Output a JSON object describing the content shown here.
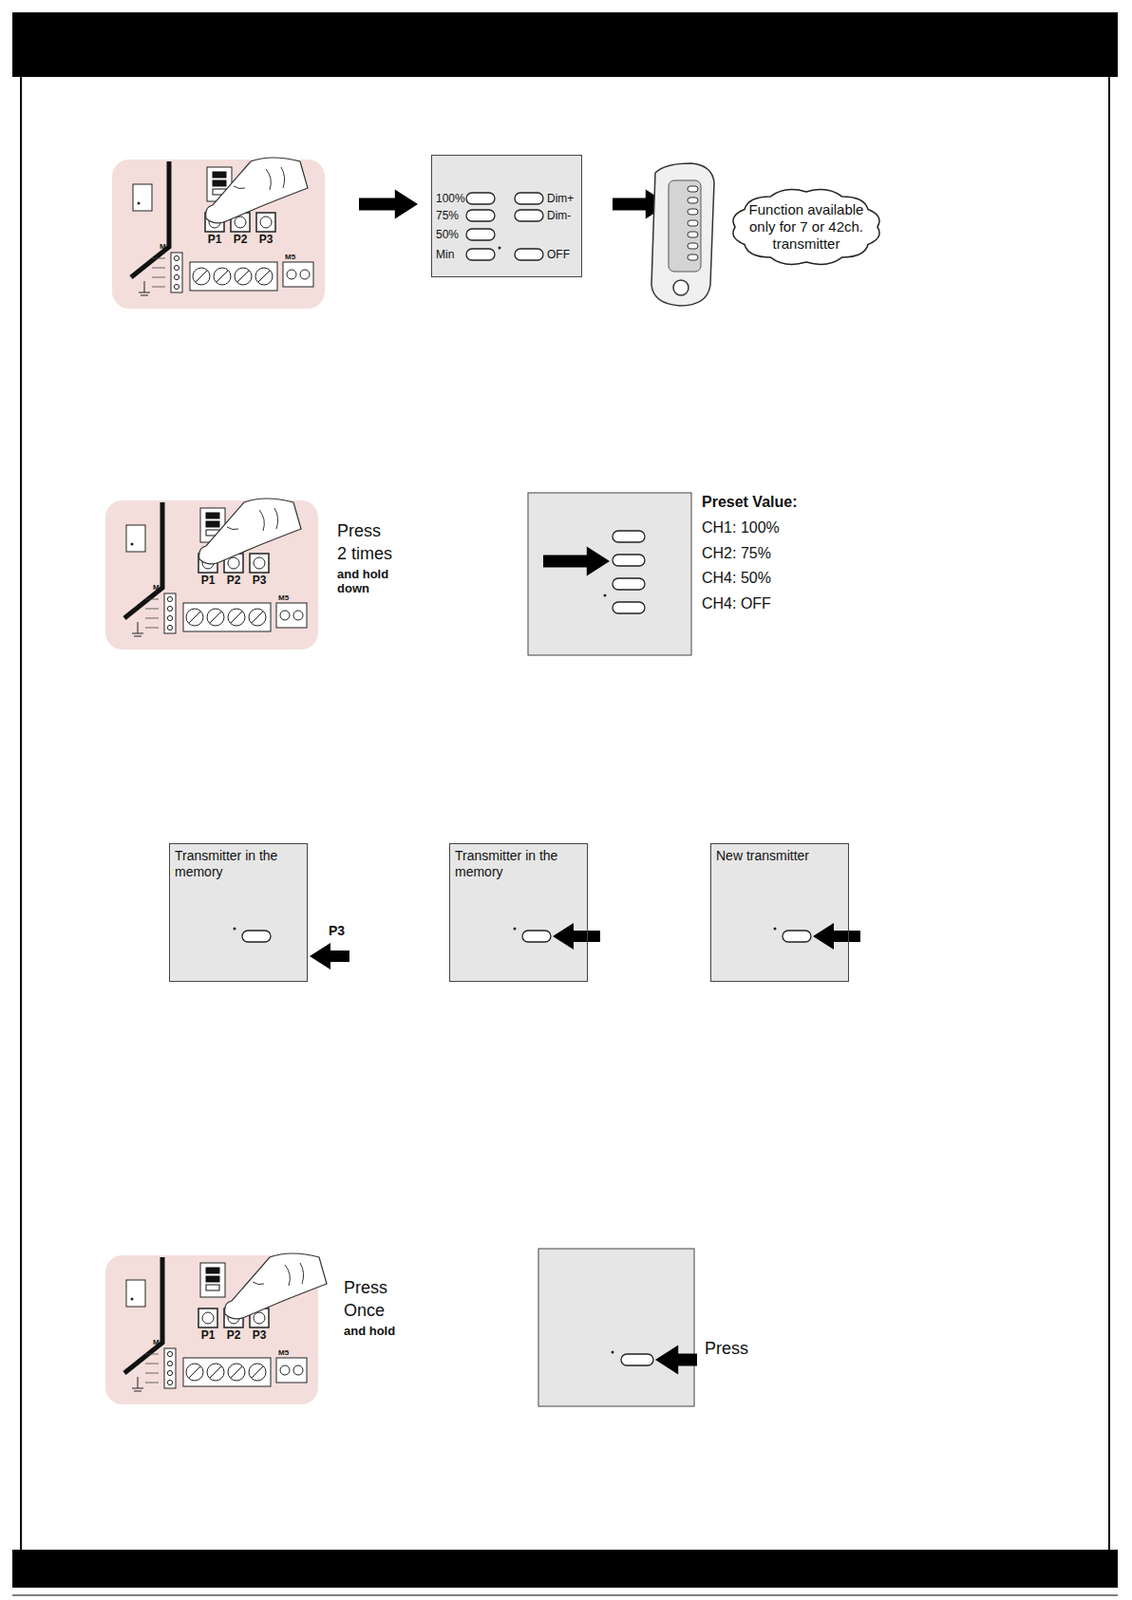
{
  "diagram": {
    "nodes": [
      {
        "text": [
          "100%",
          "75%",
          "50%",
          "Min",
          "Dim+",
          "Dim-",
          "OFF"
        ]
      },
      {
        "text": [
          "Function available only for 7 or 42ch. transmitter"
        ]
      },
      {
        "text": [
          "Transmitter in the memory"
        ]
      },
      {
        "text": [
          "Transmitter in the memory"
        ]
      },
      {
        "text": [
          "New transmitter"
        ]
      }
    ],
    "labels": [
      "P1",
      "P2",
      "P3",
      "M4",
      "M5",
      "P1",
      "P2",
      "P3",
      "M4",
      "M5",
      "Press",
      "2 times",
      "and hold down",
      "Preset Value:",
      "CH1: 100%",
      "CH2: 75%",
      "CH4: 50%",
      "CH4: OFF",
      "P3",
      "P1",
      "P2",
      "P3",
      "M4",
      "M5",
      "Press",
      "Once",
      "and hold",
      "Press"
    ]
  }
}
